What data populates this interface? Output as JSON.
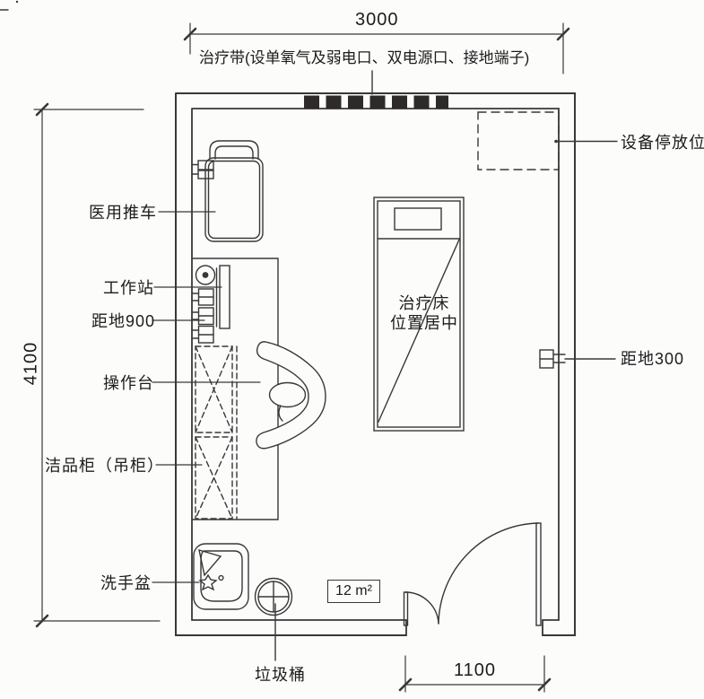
{
  "document": {
    "type": "architectural-floor-plan",
    "room_area_label": "12 m²"
  },
  "dimensions": {
    "top_width": "3000",
    "left_height": "4100",
    "door_width": "1100"
  },
  "labels": {
    "treatment_band": "治疗带(设单氧气及弱电口、双电源口、接地端子)",
    "equipment_parking": "设备停放位",
    "medical_cart": "医用推车",
    "workstation": "工作站",
    "height_900": "距地900",
    "counter": "操作台",
    "clean_cabinet": "洁品柜（吊柜）",
    "sink": "洗手盆",
    "trash_can": "垃圾桶",
    "treatment_bed_line1": "治疗床",
    "treatment_bed_line2": "位置居中",
    "height_300": "距地300"
  },
  "colors": {
    "line": "#383838",
    "text": "#1c1c1c",
    "band_fill": "#2e2a2a",
    "background": "#fcfcfb"
  }
}
